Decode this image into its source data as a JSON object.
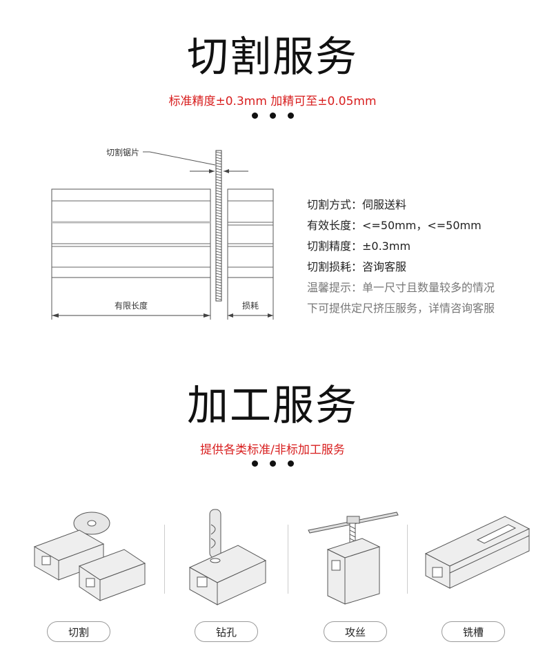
{
  "cutting": {
    "title": "切割服务",
    "subtitle": "标准精度±0.3mm  加精可至±0.05mm",
    "diagram": {
      "blade_label": "切割锯片",
      "length_label": "有限长度",
      "loss_label": "损耗"
    },
    "specs": [
      "切割方式：伺服送料",
      "有效长度：<=50mm，<=50mm",
      "切割精度：±0.3mm",
      "切割损耗：咨询客服"
    ],
    "notes": [
      "温馨提示：单一尺寸且数量较多的情况",
      "下可提供定尺挤压服务，详情咨询客服"
    ]
  },
  "processing": {
    "title": "加工服务",
    "subtitle": "提供各类标准/非标加工服务",
    "services": [
      {
        "label": "切割",
        "icon": "saw-cutting-icon"
      },
      {
        "label": "钻孔",
        "icon": "drilling-icon"
      },
      {
        "label": "攻丝",
        "icon": "tapping-icon"
      },
      {
        "label": "铣槽",
        "icon": "milling-icon"
      }
    ]
  },
  "colors": {
    "accent": "#d81e1e",
    "text": "#222222",
    "note": "#777777"
  }
}
